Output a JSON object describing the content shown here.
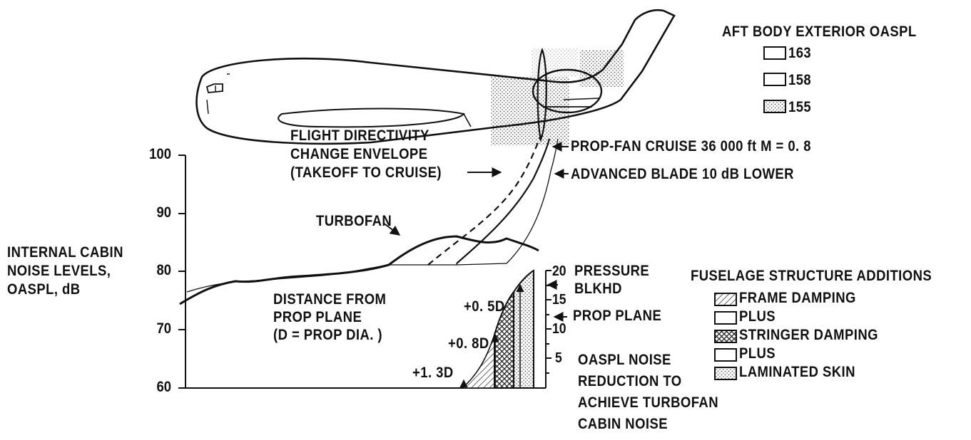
{
  "legend_top": {
    "title": "AFT BODY EXTERIOR OASPL",
    "items": [
      {
        "label": "163",
        "fill": "none"
      },
      {
        "label": "158",
        "fill": "none"
      },
      {
        "label": "155",
        "fill": "dotted"
      }
    ]
  },
  "y_axis": {
    "label_lines": [
      "INTERNAL CABIN",
      "NOISE LEVELS,",
      "OASPL, dB"
    ],
    "ticks": [
      "100",
      "90",
      "80",
      "70",
      "60"
    ]
  },
  "annotations": {
    "directivity": [
      "FLIGHT DIRECTIVITY",
      "CHANGE ENVELOPE",
      "(TAKEOFF TO CRUISE)"
    ],
    "propfan_cruise": "PROP-FAN CRUISE 36 000 ft M = 0. 8",
    "advanced_blade": "ADVANCED BLADE 10 dB LOWER",
    "turbofan": "TURBOFAN",
    "distance": [
      "DISTANCE FROM",
      "PROP PLANE",
      "(D = PROP DIA. )"
    ],
    "pressure_blkhd": [
      "PRESSURE",
      "BLKHD"
    ],
    "prop_plane": "PROP PLANE",
    "reduction": [
      "OASPL NOISE",
      "REDUCTION TO",
      "ACHIEVE TURBOFAN",
      "CABIN NOISE"
    ],
    "distance_marks": [
      "+0. 5D",
      "+0. 8D",
      "+1. 3D"
    ]
  },
  "right_axis": {
    "ticks": [
      "20",
      "15",
      "10",
      "5"
    ]
  },
  "legend_bottom": {
    "title": "FUSELAGE STRUCTURE ADDITIONS",
    "items": [
      {
        "label": "FRAME DAMPING",
        "fill": "hatch"
      },
      {
        "label": "PLUS",
        "fill": "none"
      },
      {
        "label": "STRINGER DAMPING",
        "fill": "crosshatch"
      },
      {
        "label": "PLUS",
        "fill": "none"
      },
      {
        "label": "LAMINATED SKIN",
        "fill": "dotted"
      }
    ]
  },
  "chart_data": {
    "type": "line",
    "ylim": [
      60,
      100
    ],
    "series": [
      {
        "name": "TURBOFAN",
        "style": "solid-thick",
        "points": [
          [
            0,
            74
          ],
          [
            0.1,
            76.5
          ],
          [
            0.2,
            78
          ],
          [
            0.4,
            79
          ],
          [
            0.6,
            81
          ],
          [
            0.72,
            84
          ],
          [
            0.8,
            85.8
          ],
          [
            0.88,
            85.3
          ],
          [
            0.95,
            84.5
          ],
          [
            1.0,
            83.3
          ]
        ]
      },
      {
        "name": "PROP-FAN CRUISE 36 000 ft M = 0. 8",
        "style": "dashed",
        "values_note": ""
      },
      {
        "name": "ADVANCED BLADE 10 dB LOWER",
        "style": "solid-thin"
      }
    ]
  }
}
